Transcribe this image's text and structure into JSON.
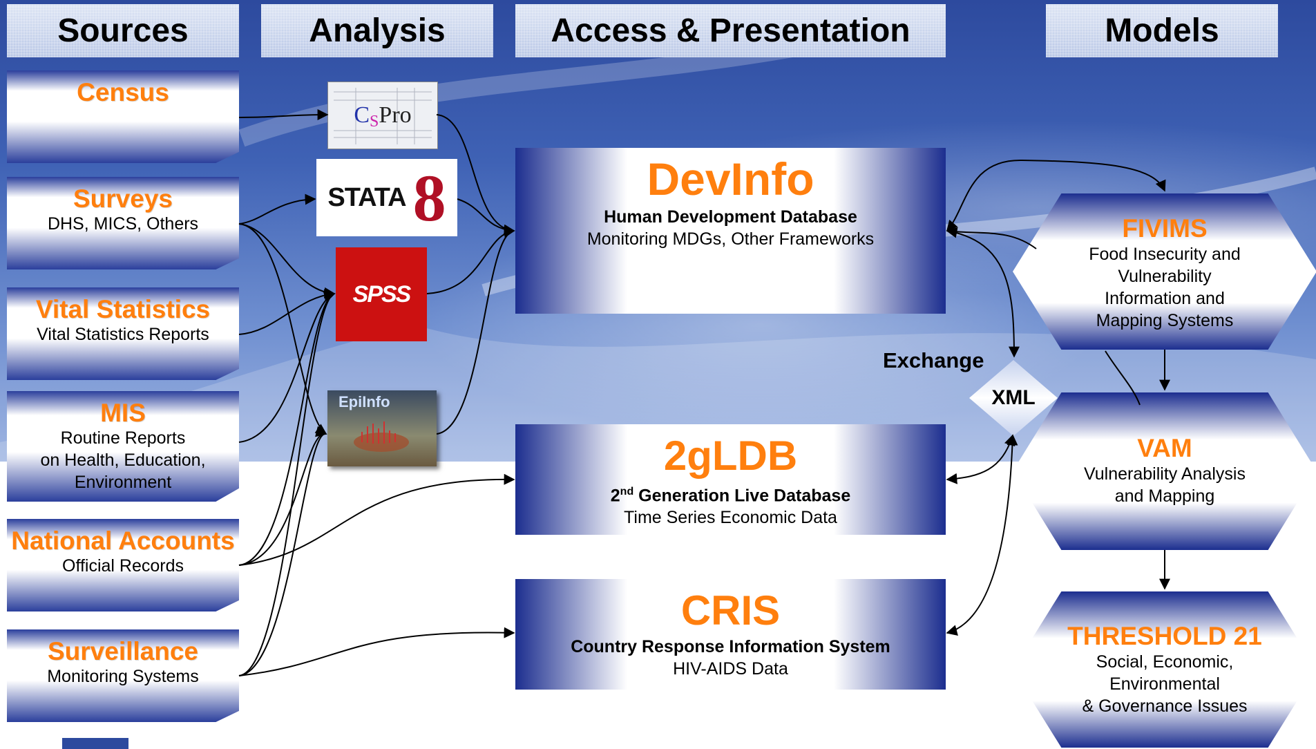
{
  "headers": {
    "sources": "Sources",
    "analysis": "Analysis",
    "access": "Access & Presentation",
    "models": "Models"
  },
  "sources": [
    {
      "title": "Census",
      "sub": []
    },
    {
      "title": "Surveys",
      "sub": [
        "DHS, MICS, Others"
      ]
    },
    {
      "title": "Vital Statistics",
      "sub": [
        "Vital Statistics Reports"
      ]
    },
    {
      "title": "MIS",
      "sub": [
        "Routine Reports",
        "on Health, Education,",
        "Environment"
      ]
    },
    {
      "title": "National Accounts",
      "sub": [
        "Official Records"
      ]
    },
    {
      "title": "Surveillance",
      "sub": [
        "Monitoring Systems"
      ]
    }
  ],
  "tools": {
    "cspro": {
      "c": "C",
      "s": "S",
      "pro": "Pro"
    },
    "stata": {
      "word": "STATA",
      "num": "8"
    },
    "spss": "SPSS",
    "epiinfo": "EpiInfo"
  },
  "systems": {
    "devinfo": {
      "title": "DevInfo",
      "line1": "Human Development Database",
      "line2": "Monitoring MDGs, Other Frameworks"
    },
    "gldb": {
      "title": "2gLDB",
      "line1_num": "2",
      "line1_sup": "nd",
      "line1_rest": " Generation Live Database",
      "line2": "Time Series Economic Data"
    },
    "cris": {
      "title": "CRIS",
      "line1": "Country Response Information System",
      "line2": "HIV-AIDS Data"
    }
  },
  "exchange": {
    "label": "Exchange",
    "xml": "XML"
  },
  "models": [
    {
      "title": "FIVIMS",
      "sub": [
        "Food Insecurity and",
        "Vulnerability",
        "Information and",
        "Mapping Systems"
      ]
    },
    {
      "title": "VAM",
      "sub": [
        "Vulnerability Analysis",
        "and Mapping"
      ]
    },
    {
      "title": "THRESHOLD 21",
      "sub": [
        "Social, Economic,",
        "Environmental",
        "& Governance Issues"
      ]
    }
  ],
  "colors": {
    "accent": "#ff7f0e",
    "box_dark": "#1c2e8f",
    "spss": "#cc1111"
  }
}
